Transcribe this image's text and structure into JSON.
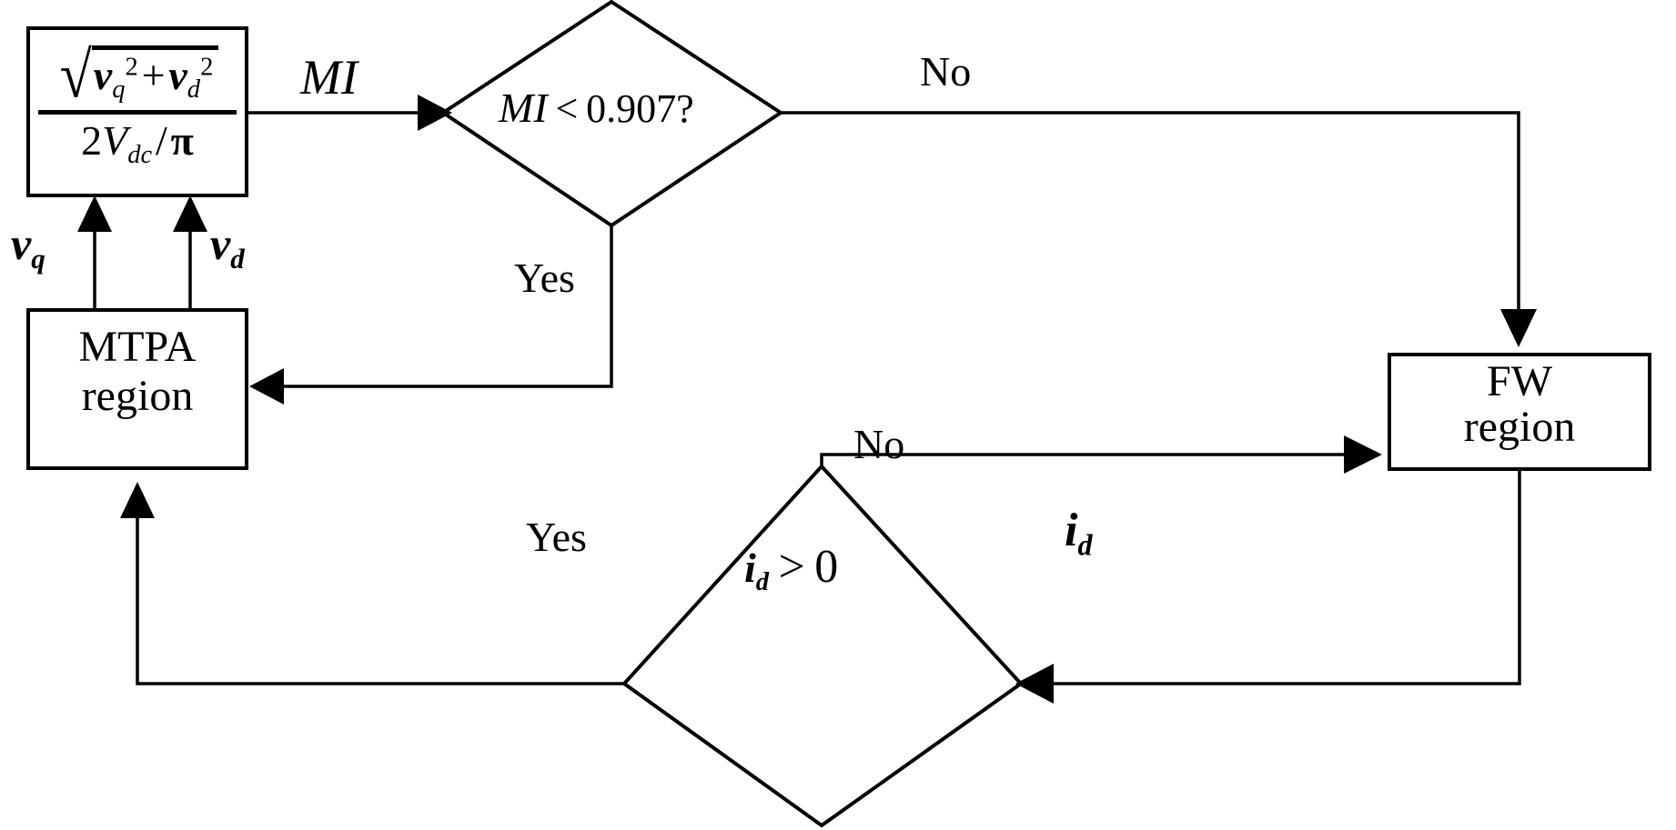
{
  "diagram": {
    "title": "MTPA / Flux-Weakening region selection flowchart",
    "type": "flowchart",
    "nodes": [
      {
        "id": "mi-formula",
        "kind": "process-box",
        "label": "modulation-index-formula",
        "numerator_sqrt": "v_q^2 + v_d^2",
        "denominator": "2V_dc / π"
      },
      {
        "id": "mi-decision",
        "kind": "decision-diamond",
        "text": "MI < 0.907?"
      },
      {
        "id": "mtpa-region",
        "kind": "process-box",
        "line1": "MTPA",
        "line2": "region"
      },
      {
        "id": "fw-region",
        "kind": "process-box",
        "line1": "FW",
        "line2": "region"
      },
      {
        "id": "id-decision",
        "kind": "decision-diamond",
        "text": "i_d > 0"
      }
    ],
    "edge_labels": {
      "mi_signal": "MI",
      "mi_no": "No",
      "mi_yes": "Yes",
      "id_no": "No",
      "id_yes": "Yes",
      "id_signal": "i_d",
      "vq": "v_q",
      "vd": "v_d"
    },
    "math_glyphs": {
      "sqrt": "√",
      "pi": "π",
      "plus": "+",
      "less_than": "<",
      "greater_than": ">",
      "slash": "/"
    },
    "symbols": {
      "v": "v",
      "V": "V",
      "i": "i",
      "q": "q",
      "d": "d",
      "dc": "dc",
      "two": "2",
      "exp2": "2",
      "zero": "0",
      "threshold": "0.907?",
      "MI": "MI"
    },
    "colors": {
      "stroke": "#000000",
      "fill": "#ffffff",
      "background": "#ffffff"
    }
  }
}
